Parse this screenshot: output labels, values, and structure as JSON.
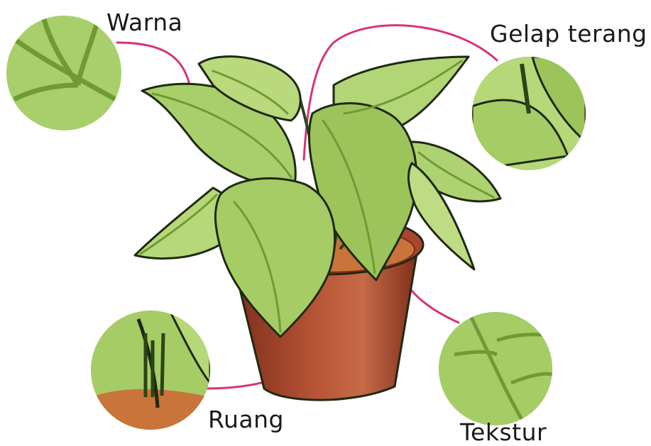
{
  "labels": {
    "warna": "Warna",
    "gelap_terang": "Gelap terang",
    "ruang": "Ruang",
    "tekstur": "Tekstur"
  },
  "colors": {
    "leader_line": "#d6337a",
    "leaf_light": "#c6e08a",
    "leaf_mid": "#9cc45a",
    "leaf_dark": "#6f9a34",
    "outline": "#1e2a12",
    "pot": "#a8452c",
    "pot_dark": "#7d2d1a",
    "soil": "#c9743a"
  }
}
